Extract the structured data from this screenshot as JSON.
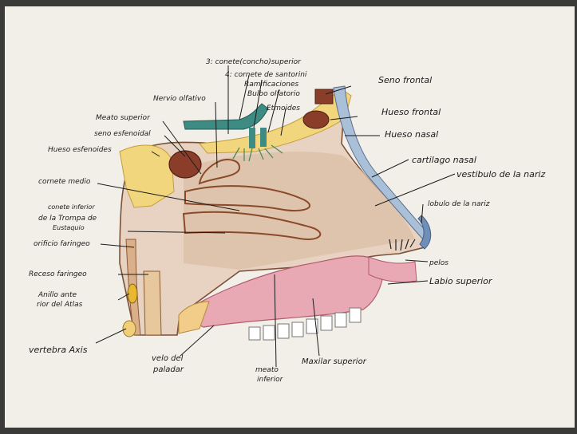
{
  "labels": {
    "tercer_cornete": "3: conete(concho)superior",
    "cuarto_cornete": "4: cornete de santorini",
    "ramificaciones": "Ramificaciones",
    "bulbo": "Bulbo olfatorio",
    "etmoides": "Etmoides",
    "seno_frontal": "Seno frontal",
    "hueso_frontal": "Hueso frontal",
    "hueso_nasal": "Hueso nasal",
    "nervio_olfativo": "Nervio olfativo",
    "meato_superior": "Meato superior",
    "seno_esfenoidal": "seno esfenoidal",
    "hueso_esfenoides": "Hueso esfenoides",
    "cartilago_nasal": "cartilago nasal",
    "vestibulo": "vestibulo de la nariz",
    "cornete_medio": "cornete medio",
    "lobulo": "lobulo de la nariz",
    "cornete_inferior_1": "conete inferior",
    "cornete_inferior_2": "de la Trompa de",
    "cornete_inferior_3": "Eustaquio",
    "orificio": "orificio faringeo",
    "pelos": "pelos",
    "receso": "Receso faringeo",
    "labio": "Labio superior",
    "anillo_1": "Anillo ante",
    "anillo_2": "rior del Atlas",
    "vertebra": "vertebra Axis",
    "velo_1": "velo del",
    "velo_2": "paladar",
    "maxilar": "Maxilar superior",
    "meato_inf_1": "meato",
    "meato_inf_2": "inferior"
  }
}
